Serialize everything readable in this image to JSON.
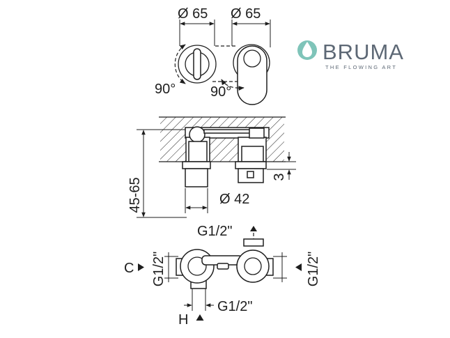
{
  "logo": {
    "brand": "BRUMA",
    "tagline": "THE FLOWING ART",
    "colors": {
      "drop": "#7fc4b9",
      "text": "#5d6875"
    }
  },
  "top_view": {
    "left_diameter": "Ø 65",
    "right_diameter": "Ø 65",
    "left_rotation": "90°",
    "right_rotation": "90°"
  },
  "side_view": {
    "depth_range": "45-65",
    "plate_thickness": "3",
    "cartridge_diameter": "Ø 42"
  },
  "connections": {
    "top": "G1/2\"",
    "left": "G1/2\"",
    "right": "G1/2\"",
    "bottom": "G1/2\"",
    "cold_label": "C",
    "hot_label": "H"
  }
}
